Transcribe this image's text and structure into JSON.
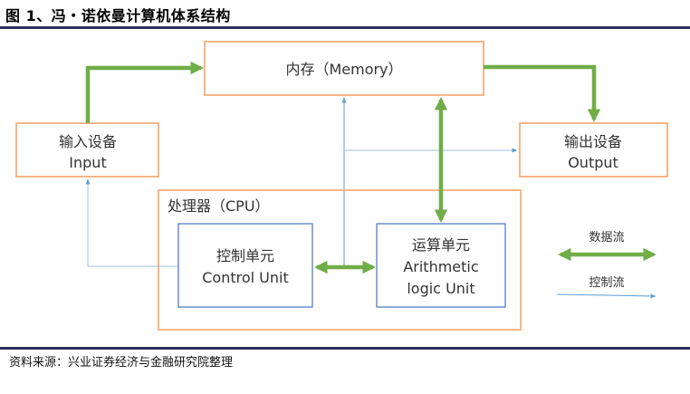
{
  "figure": {
    "title": "图 1、冯・诺依曼计算机体系结构",
    "source": "资料来源：兴业证券经济与金融研究院整理"
  },
  "colors": {
    "box_border_orange": "#f4a46b",
    "unit_border_blue": "#4472c4",
    "data_flow_green": "#70ad47",
    "control_flow_blue": "#5b9bd5",
    "rule_navy": "#2f2f5e"
  },
  "nodes": {
    "memory": {
      "label": "内存（Memory）"
    },
    "input": {
      "label_cn": "输入设备",
      "label_en": "Input"
    },
    "output": {
      "label_cn": "输出设备",
      "label_en": "Output"
    },
    "cpu": {
      "label": "处理器（CPU）"
    },
    "control_unit": {
      "label_cn": "控制单元",
      "label_en": "Control Unit"
    },
    "alu": {
      "label_cn": "运算单元",
      "label_en_1": "Arithmetic",
      "label_en_2": "logic Unit"
    }
  },
  "edges": [
    {
      "from": "input",
      "to": "memory",
      "type": "data"
    },
    {
      "from": "memory",
      "to": "output",
      "type": "data"
    },
    {
      "from": "memory",
      "to": "alu",
      "type": "data",
      "bidirectional": true
    },
    {
      "from": "control_unit",
      "to": "alu",
      "type": "data",
      "bidirectional": true
    },
    {
      "from": "control_unit",
      "to": "memory",
      "type": "control"
    },
    {
      "from": "control_unit",
      "to": "output",
      "type": "control"
    },
    {
      "from": "control_unit",
      "to": "input",
      "type": "control"
    }
  ],
  "legend": {
    "data_flow": "数据流",
    "control_flow": "控制流"
  }
}
